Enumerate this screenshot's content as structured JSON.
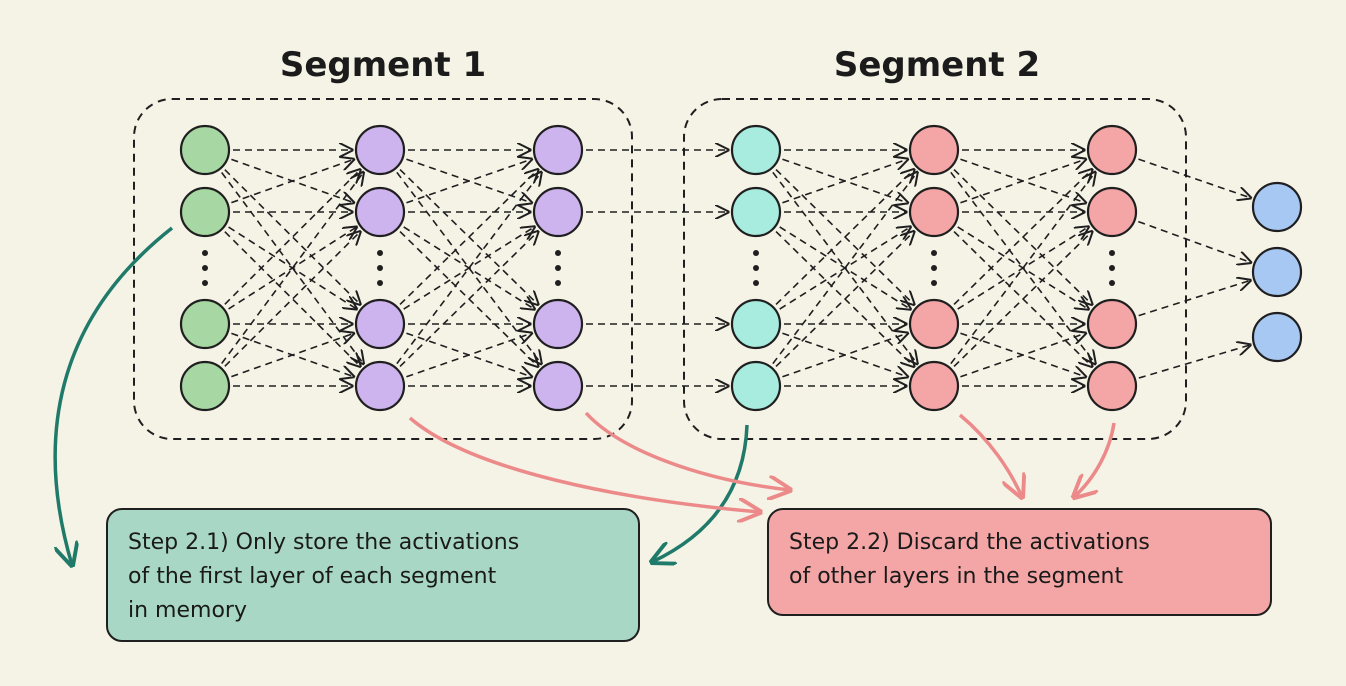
{
  "segments": [
    {
      "title": "Segment 1"
    },
    {
      "title": "Segment 2"
    }
  ],
  "notes": {
    "step21": {
      "lines": [
        "Step 2.1) Only store the activations",
        "of the first layer of each segment",
        "in memory"
      ],
      "color": "#a8d8c5"
    },
    "step22": {
      "lines": [
        "Step 2.2) Discard the activations",
        "of other layers in the segment"
      ],
      "color": "#f4a6a6"
    }
  },
  "colors": {
    "background": "#f5f2e6",
    "layer1": "#a7d7a3",
    "layer2": "#cdb4ee",
    "layer3": "#cdb4ee",
    "layer4": "#a8ecdf",
    "layer5": "#f4a6a6",
    "layer6": "#f4a6a6",
    "output": "#a8c8f4",
    "keep_arrow": "#1f7a6a",
    "discard_arrow": "#ec8a8a",
    "stroke": "#1f1f1f"
  }
}
